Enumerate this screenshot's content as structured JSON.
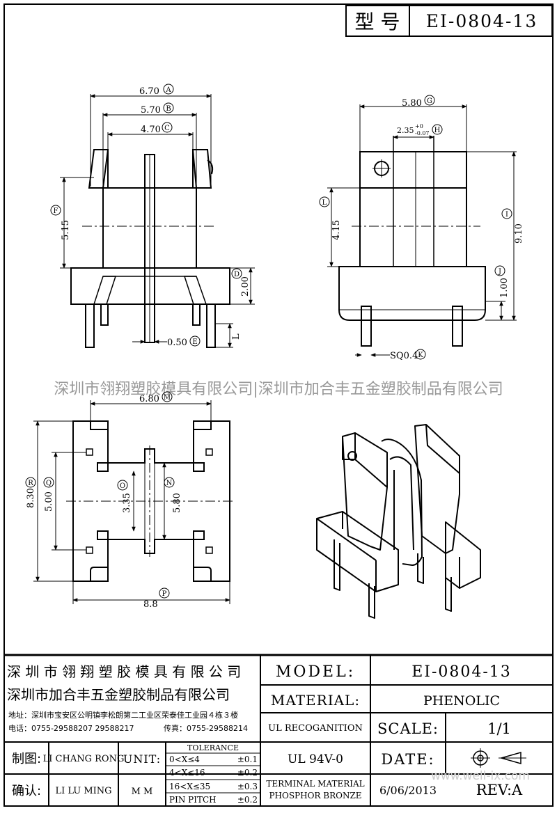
{
  "header": {
    "type_label": "型 号",
    "model_code": "EI-0804-13"
  },
  "watermark_text": "深圳市翎翔塑胶模具有限公司|深圳市加合丰五金塑胶制品有限公司",
  "corner_watermark": "www.well-ix.com",
  "top_left_view": {
    "dim_a": "6.70",
    "dim_b": "5.70",
    "dim_c": "4.70",
    "dim_f": "5.15",
    "dim_d": "2.00",
    "dim_e": "0.50",
    "dim_l": "L",
    "label_a": "A",
    "label_b": "B",
    "label_c": "C",
    "label_f": "F",
    "label_d": "D",
    "label_e": "E"
  },
  "top_right_view": {
    "dim_g": "5.80",
    "dim_h": "2.35",
    "dim_h_tol_plus": "+0",
    "dim_h_tol_minus": "-0.07",
    "dim_l": "4.15",
    "dim_i": "9.10",
    "dim_j": "1.00",
    "dim_k": "SQ0.4",
    "label_g": "G",
    "label_h": "H",
    "label_l": "L",
    "label_i": "I",
    "label_j": "J",
    "label_k": "K"
  },
  "bottom_view": {
    "dim_m": "6.80",
    "dim_r": "8.30",
    "dim_q": "5.00",
    "dim_o": "3.35",
    "dim_n": "5.80",
    "dim_p": "8.8",
    "label_m": "M",
    "label_r": "R",
    "label_q": "Q",
    "label_o": "O",
    "label_n": "N",
    "label_p": "P"
  },
  "title_block": {
    "company_1": "深 圳 市 翎 翔 塑 胶 模 具 有 限 公 司",
    "company_2": "深圳市加合丰五金塑胶制品有限公司",
    "address": "地址：深圳市宝安区公明镇李松朗第二工业区荣泰佳工业园４栋３楼",
    "phone": "电话：0755-29588207  29588217",
    "fax": "传真：0755-29588214",
    "model_label": "MODEL:",
    "model_value": "EI-0804-13",
    "material_label": "MATERIAL:",
    "material_value": "PHENOLIC",
    "ul_label": "UL RECOGANITION",
    "ul_value": "UL 94V-0",
    "scale_label": "SCALE:",
    "scale_value": "1/1",
    "date_label": "DATE:",
    "date_value": "6/06/2013",
    "rev_label": "REV:A",
    "terminal_label_1": "TERMINAL MATERIAL",
    "terminal_label_2": "PHOSPHOR  BRONZE",
    "drawn_label": "制图:",
    "drawn_name": "LI CHANG RONG",
    "checked_label": "确认:",
    "checked_name": "LI LU MING",
    "unit_label": "UNIT:",
    "unit_value": "M M",
    "tolerance_title": "TOLERANCE",
    "tolerance_rows": [
      {
        "range": "0<X≤4",
        "value": "±0.1"
      },
      {
        "range": "4<X≤16",
        "value": "±0.2"
      },
      {
        "range": "16<X≤35",
        "value": "±0.3"
      },
      {
        "range": "PIN PITCH",
        "value": "±0.2"
      }
    ]
  }
}
